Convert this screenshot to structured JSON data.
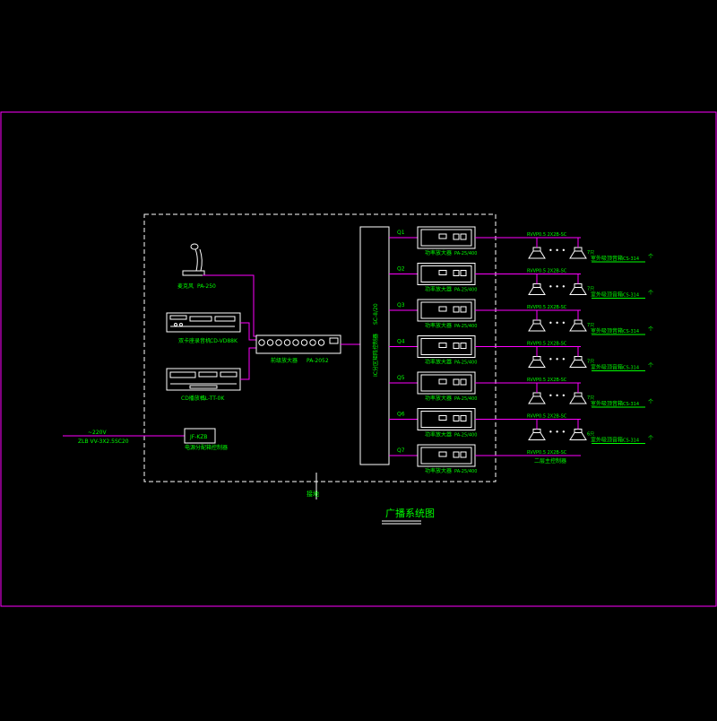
{
  "title": "广播系统图",
  "ground_label": "接地",
  "power": {
    "voltage": "~220V",
    "cable": "ZLB VV-3X2.5SC20"
  },
  "power_box": {
    "model": "JF-KZB",
    "label": "电源分配箱控制器"
  },
  "source_devices": [
    {
      "label": "麦克风",
      "model": "PA-250"
    },
    {
      "label": "双卡座录音机",
      "model": "CD-VD88K"
    },
    {
      "label": "CD播放机",
      "model": "SL-TT-0K"
    }
  ],
  "preamp": {
    "label": "前级放大器",
    "model": "PA-2052"
  },
  "matrix": {
    "label": "IC分区矩阵控制器",
    "model": "SC-8/20"
  },
  "zones": [
    {
      "id": "Q1",
      "amp_label": "功率放大器",
      "amp_model": "PA-25/400",
      "cable": "RVVP0.5 2X2B-SC",
      "speaker_count": "7只",
      "speaker_label": "室外吸顶音箱",
      "speaker_model": "CS-314",
      "unit": "个"
    },
    {
      "id": "Q2",
      "amp_label": "功率放大器",
      "amp_model": "PA-25/400",
      "cable": "RVVP0.5 2X2B-SC",
      "speaker_count": "7只",
      "speaker_label": "室外吸顶音箱",
      "speaker_model": "CS-314",
      "unit": "个"
    },
    {
      "id": "Q3",
      "amp_label": "功率放大器",
      "amp_model": "PA-25/400",
      "cable": "RVVP0.5 2X2B-SC",
      "speaker_count": "7只",
      "speaker_label": "室外吸顶音箱",
      "speaker_model": "CS-314",
      "unit": "个"
    },
    {
      "id": "Q4",
      "amp_label": "功率放大器",
      "amp_model": "PA-25/400",
      "cable": "RVVP0.5 2X2B-SC",
      "speaker_count": "7只",
      "speaker_label": "室外吸顶音箱",
      "speaker_model": "CS-314",
      "unit": "个"
    },
    {
      "id": "Q5",
      "amp_label": "功率放大器",
      "amp_model": "PA-25/400",
      "cable": "RVVP0.5 2X2B-SC",
      "speaker_count": "7只",
      "speaker_label": "室外吸顶音箱",
      "speaker_model": "CS-314",
      "unit": "个"
    },
    {
      "id": "Q6",
      "amp_label": "功率放大器",
      "amp_model": "PA-25/400",
      "cable": "RVVP0.5 2X2B-SC",
      "speaker_count": "6只",
      "speaker_label": "室外吸顶音箱",
      "speaker_model": "CS-314",
      "unit": "个"
    },
    {
      "id": "Q7",
      "amp_label": "功率放大器",
      "amp_model": "PA-25/400",
      "cable": "RVVP0.5 2X2B-SC",
      "speaker_count": "",
      "speaker_label": "二层主控制器",
      "speaker_model": "",
      "unit": ""
    }
  ],
  "colors": {
    "background": "#000000",
    "frame": "#ff00ff",
    "wire": "#ff00ff",
    "equipment": "#ffffff",
    "text": "#00ff00"
  }
}
